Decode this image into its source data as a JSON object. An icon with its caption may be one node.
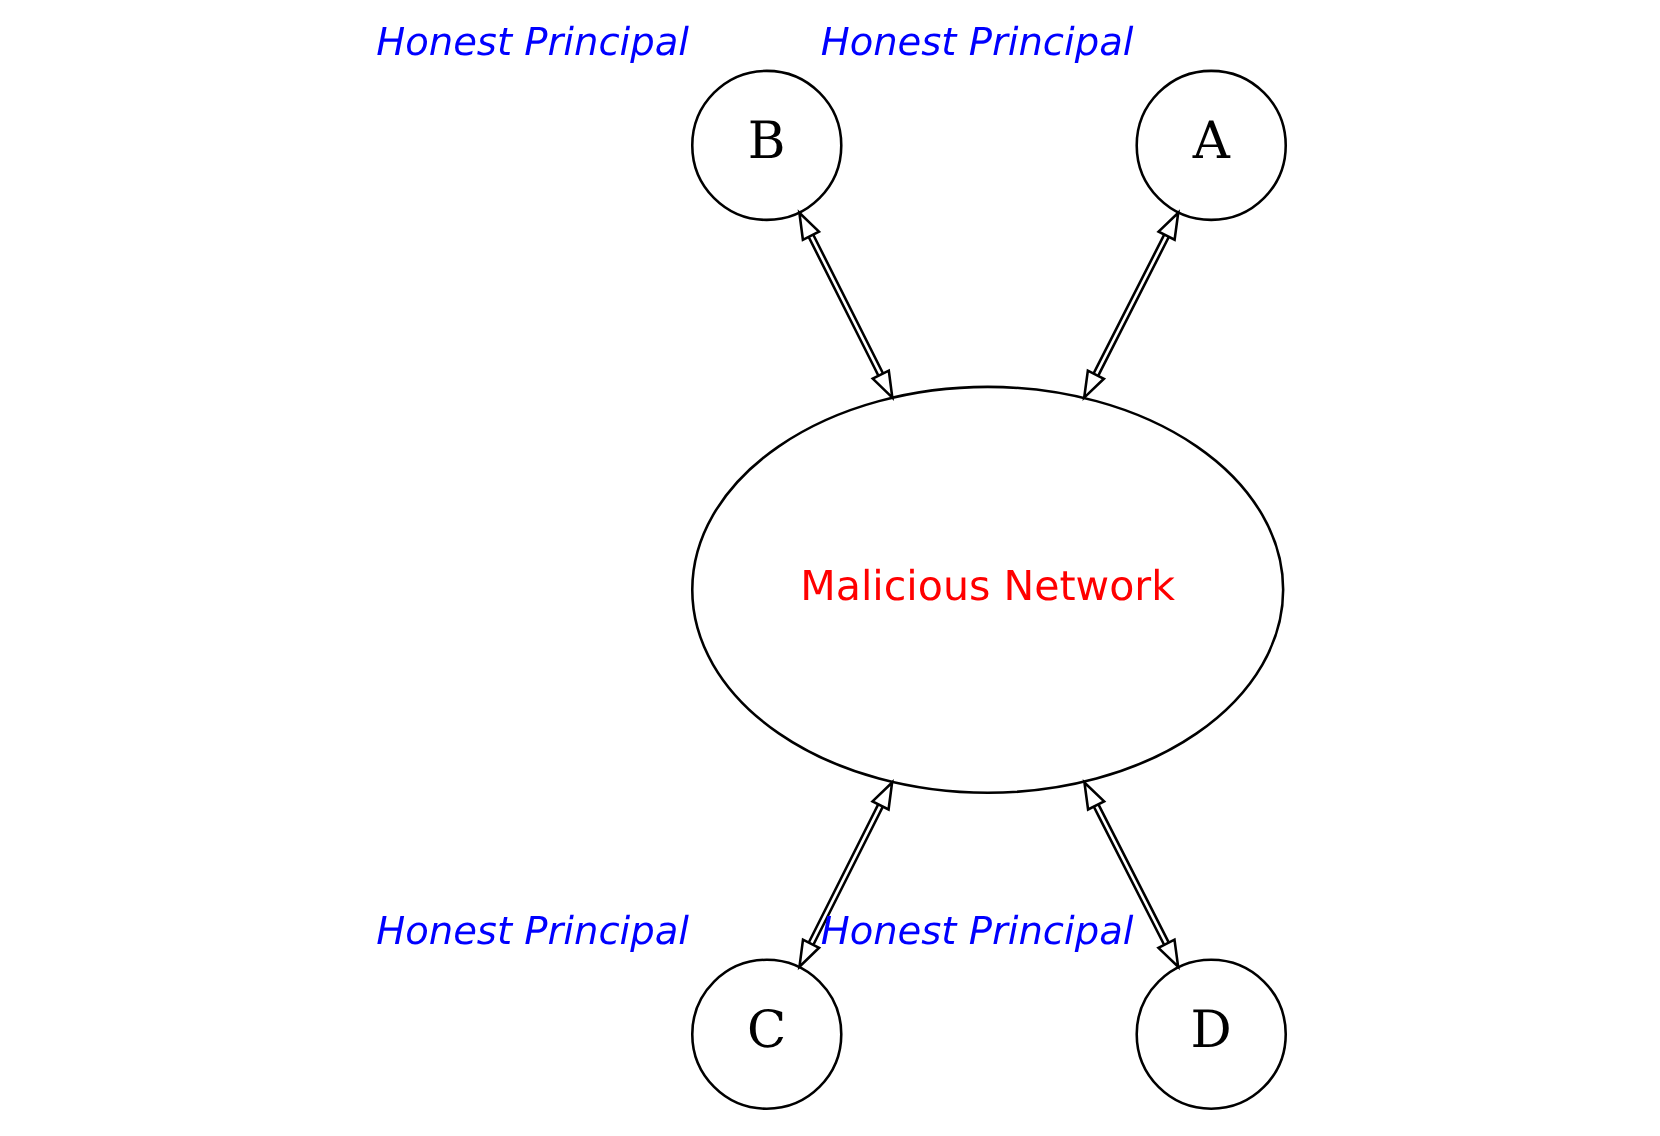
{
  "diagram": {
    "nodes": [
      {
        "text": [
          "B"
        ],
        "beside": [
          "Honest Principal"
        ]
      },
      {
        "text": [
          "A"
        ],
        "beside": [
          "Honest Principal"
        ]
      },
      {
        "text": [
          "Malicious Network"
        ]
      },
      {
        "text": [
          "C"
        ],
        "beside": [
          "Honest Principal"
        ]
      },
      {
        "text": [
          "D"
        ],
        "beside": [
          "Honest Principal"
        ]
      }
    ],
    "edges": [
      {
        "from": 1,
        "to": 2,
        "arrow": "both"
      },
      {
        "from": 0,
        "to": 2,
        "arrow": "both"
      },
      {
        "from": 2,
        "to": 3,
        "arrow": "both"
      },
      {
        "from": 4,
        "to": 2,
        "arrow": "both"
      }
    ]
  }
}
